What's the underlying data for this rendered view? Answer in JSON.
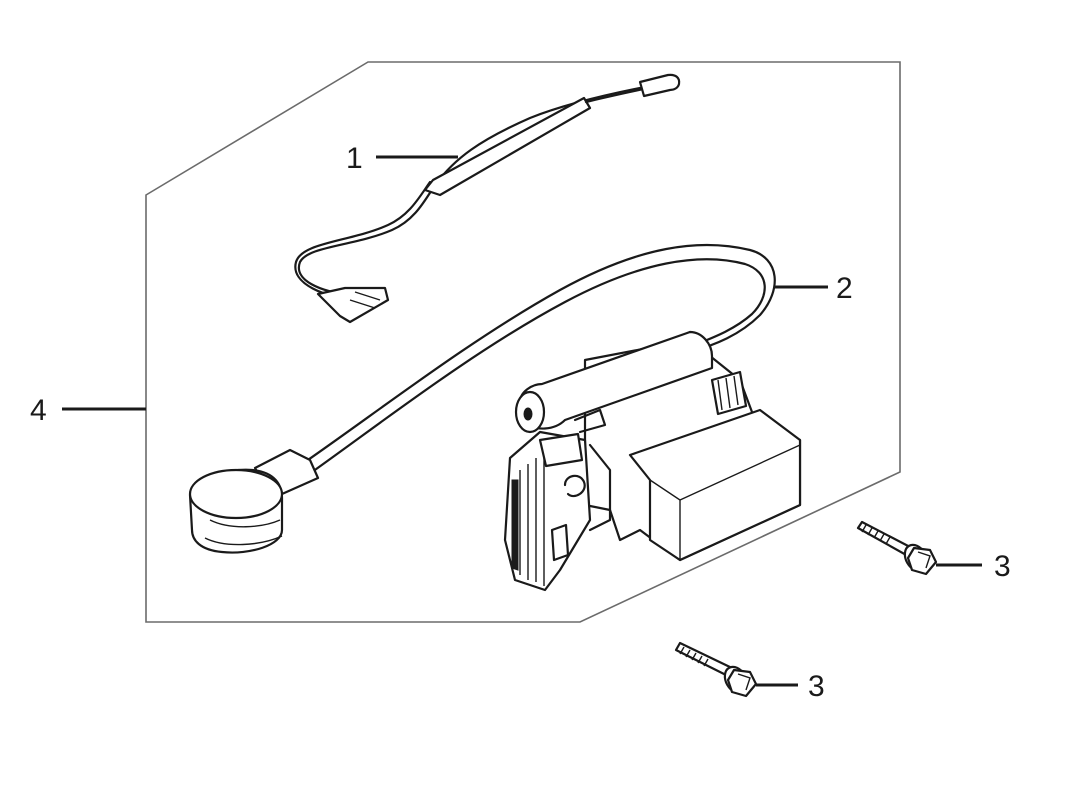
{
  "callouts": {
    "c1": "1",
    "c2": "2",
    "c3a": "3",
    "c3b": "3",
    "c4": "4"
  },
  "colors": {
    "line": "#1a1a1a",
    "outline": "#6b6b6b",
    "background": "#ffffff"
  },
  "parts": [
    {
      "id": "1",
      "icon": "wire-harness-icon"
    },
    {
      "id": "2",
      "icon": "ignition-coil-icon"
    },
    {
      "id": "3",
      "icon": "flange-bolt-icon"
    },
    {
      "id": "4",
      "icon": "assembly-outline"
    }
  ]
}
